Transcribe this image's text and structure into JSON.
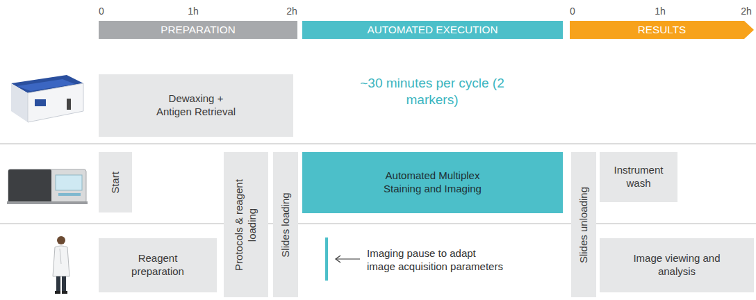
{
  "diagram": {
    "nodes": [
      {
        "text": [
          "PREPARATION"
        ]
      },
      {
        "text": [
          "AUTOMATED EXECUTION"
        ]
      },
      {
        "text": [
          "RESULTS"
        ]
      },
      {
        "text": [
          "Dewaxing + Antigen Retrieval"
        ]
      },
      {
        "text": [
          "Start"
        ]
      },
      {
        "text": [
          "Protocols & reagent loading"
        ]
      },
      {
        "text": [
          "Slides loading"
        ]
      },
      {
        "text": [
          "Automated Multiplex Staining and Imaging"
        ]
      },
      {
        "text": [
          "Slides unloading"
        ]
      },
      {
        "text": [
          "Instrument wash"
        ]
      },
      {
        "text": [
          "Reagent preparation"
        ]
      },
      {
        "text": [
          "Image viewing and analysis"
        ]
      }
    ],
    "labels": [
      "0",
      "1h",
      "2h",
      "0",
      "1h",
      "2h",
      "~30 minutes per cycle (2 markers)",
      "Imaging pause to adapt image acquisition parameters"
    ]
  }
}
